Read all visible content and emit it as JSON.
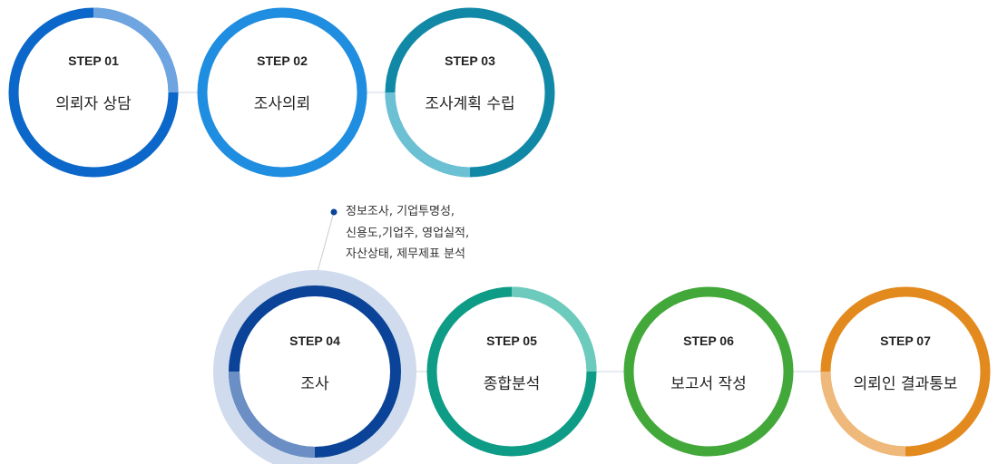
{
  "colors": {
    "step1_dark": "#0b67c9",
    "step1_light": "#6ea5e0",
    "step2": "#1f8de0",
    "step3_dark": "#1189a6",
    "step3_light": "#6cc0d4",
    "step4_dark": "#0a4397",
    "step4_light": "#6b8fc4",
    "step4_halo": "#d0dced",
    "step5_dark": "#0e9c86",
    "step5_light": "#6ccbbd",
    "step6": "#43a83a",
    "step7_dark": "#e38a1e",
    "step7_light": "#eeb97a",
    "connector": "#cfd5dc",
    "note_dot": "#0a4397"
  },
  "steps": [
    {
      "step": "STEP 01",
      "label": "의뢰자 상담"
    },
    {
      "step": "STEP 02",
      "label": "조사의뢰"
    },
    {
      "step": "STEP 03",
      "label": "조사계획 수립"
    },
    {
      "step": "STEP 04",
      "label": "조사"
    },
    {
      "step": "STEP 05",
      "label": "종합분석"
    },
    {
      "step": "STEP 06",
      "label": "보고서 작성"
    },
    {
      "step": "STEP 07",
      "label": "의뢰인 결과통보"
    }
  ],
  "note": {
    "lines": [
      "정보조사, 기업투명성,",
      "신용도,기업주, 영업실적,",
      "자산상태, 제무제표 분석"
    ]
  }
}
